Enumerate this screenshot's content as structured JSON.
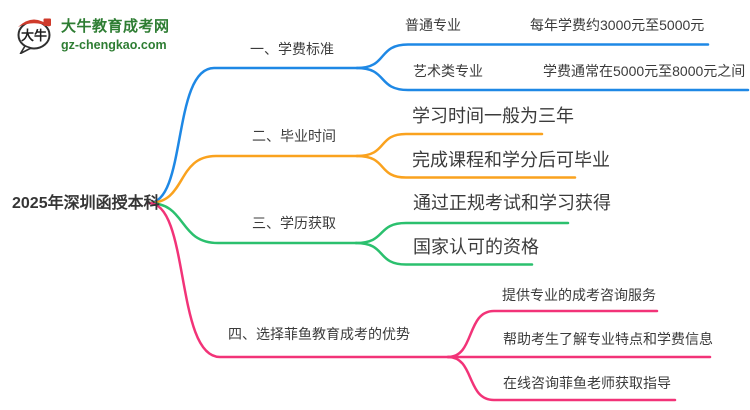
{
  "logo": {
    "site_name": "大牛教育成考网",
    "site_domain": "gz-chengkao.com",
    "icon_text": "大牛"
  },
  "root": {
    "title": "2025年深圳函授本科"
  },
  "colors": {
    "branch1": "#1E88E5",
    "branch2": "#FAA21E",
    "branch3": "#2BC06E",
    "bran4_unused": "",
    "branch4": "#F23378",
    "text": "#3B3B3B",
    "brand_green": "#2E7D33",
    "seal_red": "#CF3A2B"
  },
  "branches": [
    {
      "label": "一、学费标准",
      "children": [
        {
          "label": "普通专业",
          "value": "每年学费约3000元至5000元"
        },
        {
          "label": "艺术类专业",
          "value": "学费通常在5000元至8000元之间"
        }
      ]
    },
    {
      "label": "二、毕业时间",
      "children": [
        {
          "text": "学习时间一般为三年"
        },
        {
          "text": "完成课程和学分后可毕业"
        }
      ]
    },
    {
      "label": "三、学历获取",
      "children": [
        {
          "text": "通过正规考试和学习获得"
        },
        {
          "text": "国家认可的资格"
        }
      ]
    },
    {
      "label": "四、选择菲鱼教育成考的优势",
      "children": [
        {
          "text": "提供专业的成考咨询服务"
        },
        {
          "text": "帮助考生了解专业特点和学费信息"
        },
        {
          "text": "在线咨询菲鱼老师获取指导"
        }
      ]
    }
  ]
}
